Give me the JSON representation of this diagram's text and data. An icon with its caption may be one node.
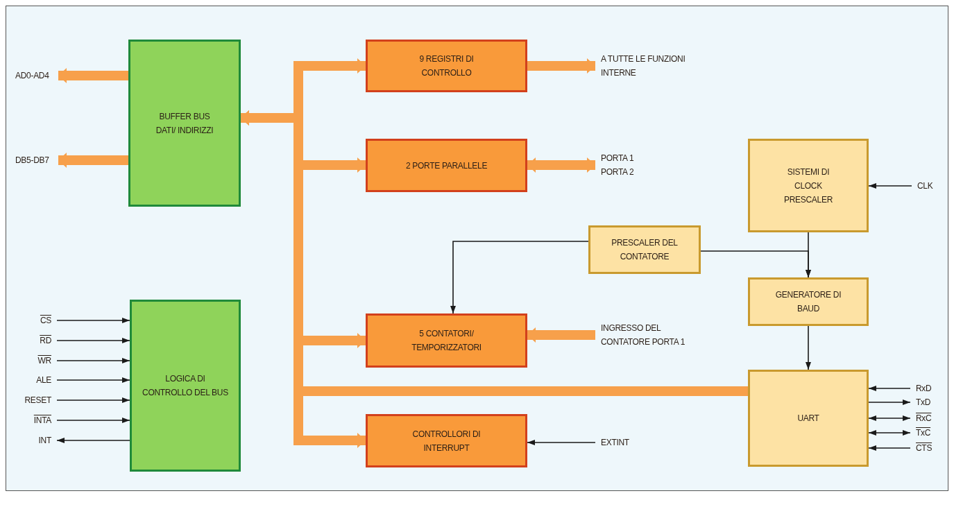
{
  "diagram": {
    "nodes": [
      {
        "text": [
          "AD0-AD4"
        ]
      },
      {
        "text": [
          "DB5-DB7"
        ]
      },
      {
        "text": [
          "BUFFER BUS DATI/ INDIRIZZI"
        ]
      },
      {
        "text": [
          "9 REGISTRI DI CONTROLLO"
        ]
      },
      {
        "text": [
          "A TUTTE LE FUNZIONI INTERNE"
        ]
      },
      {
        "text": [
          "2 PORTE PARALLELE"
        ]
      },
      {
        "text": [
          "PORTA 1 PORTA 2"
        ]
      },
      {
        "text": [
          "SISTEMI DI CLOCK PRESCALER"
        ]
      },
      {
        "text": [
          "CLK"
        ]
      },
      {
        "text": [
          "PRESCALER DEL CONTATORE"
        ]
      },
      {
        "text": [
          "GENERATORE DI BAUD"
        ]
      },
      {
        "text": [
          "5 CONTATORI/ TEMPORIZZATORI"
        ]
      },
      {
        "text": [
          "INGRESSO DEL CONTATORE PORTA 1"
        ]
      },
      {
        "text": [
          "LOGICA DI CONTROLLO DEL BUS"
        ]
      },
      {
        "text": [
          "CS"
        ]
      },
      {
        "text": [
          "RD"
        ]
      },
      {
        "text": [
          "WR"
        ]
      },
      {
        "text": [
          "ALE"
        ]
      },
      {
        "text": [
          "RESET"
        ]
      },
      {
        "text": [
          "INTA"
        ]
      },
      {
        "text": [
          "INT"
        ]
      },
      {
        "text": [
          "UART"
        ]
      },
      {
        "text": [
          "RxD"
        ]
      },
      {
        "text": [
          "TxD"
        ]
      },
      {
        "text": [
          "RxC"
        ]
      },
      {
        "text": [
          "TxC"
        ]
      },
      {
        "text": [
          "CTS"
        ]
      },
      {
        "text": [
          "CONTROLLORI DI INTERRUPT"
        ]
      },
      {
        "text": [
          "EXTINT"
        ]
      }
    ],
    "edges": [
      {
        "from": 2,
        "to": 0,
        "arrow": "to",
        "style": "thick",
        "color": "#f7a04b"
      },
      {
        "from": 2,
        "to": 1,
        "arrow": "to",
        "style": "thick",
        "color": "#f7a04b"
      },
      {
        "from": 2,
        "to": 3,
        "arrow": "both",
        "style": "thick",
        "color": "#f7a04b"
      },
      {
        "from": 2,
        "to": 5,
        "arrow": "both",
        "style": "thick",
        "color": "#f7a04b"
      },
      {
        "from": 2,
        "to": 11,
        "arrow": "both",
        "style": "thick",
        "color": "#f7a04b"
      },
      {
        "from": 2,
        "to": 27,
        "arrow": "both",
        "style": "thick",
        "color": "#f7a04b"
      },
      {
        "from": 21,
        "to": 2,
        "arrow": "to",
        "style": "thick",
        "color": "#f7a04b"
      },
      {
        "from": 3,
        "to": 4,
        "arrow": "to",
        "style": "thick",
        "color": "#f7a04b"
      },
      {
        "from": 5,
        "to": 6,
        "arrow": "both",
        "style": "thick",
        "color": "#f7a04b"
      },
      {
        "from": 12,
        "to": 11,
        "arrow": "to",
        "style": "thick",
        "color": "#f7a04b"
      },
      {
        "from": 8,
        "to": 7,
        "arrow": "to"
      },
      {
        "from": 7,
        "to": 10,
        "arrow": "to"
      },
      {
        "from": 9,
        "to": 10,
        "arrow": "to"
      },
      {
        "from": 9,
        "to": 11,
        "arrow": "to"
      },
      {
        "from": 10,
        "to": 21,
        "arrow": "to"
      },
      {
        "from": 14,
        "to": 13,
        "arrow": "to"
      },
      {
        "from": 15,
        "to": 13,
        "arrow": "to"
      },
      {
        "from": 16,
        "to": 13,
        "arrow": "to"
      },
      {
        "from": 17,
        "to": 13,
        "arrow": "to"
      },
      {
        "from": 18,
        "to": 13,
        "arrow": "to"
      },
      {
        "from": 19,
        "to": 13,
        "arrow": "to"
      },
      {
        "from": 13,
        "to": 20,
        "arrow": "to"
      },
      {
        "from": 22,
        "to": 21,
        "arrow": "to"
      },
      {
        "from": 21,
        "to": 23,
        "arrow": "to"
      },
      {
        "from": 24,
        "to": 21,
        "arrow": "both"
      },
      {
        "from": 25,
        "to": 21,
        "arrow": "both"
      },
      {
        "from": 26,
        "to": 21,
        "arrow": "to"
      },
      {
        "from": 28,
        "to": 27,
        "arrow": "to"
      }
    ]
  }
}
